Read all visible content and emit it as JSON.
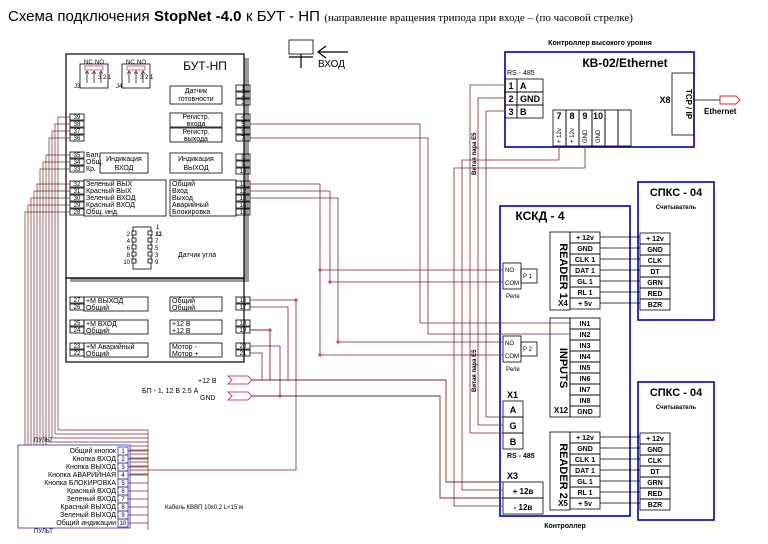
{
  "title": {
    "prefix": "Схема подключения",
    "model": "StopNet -4.0",
    "middle": "к БУТ - НП",
    "note": "(направление вращения трипода при входе –   (по часовой стрелке)"
  },
  "entry_label": "ВХОД",
  "but": {
    "title": "БУТ-НП",
    "j3": "J3",
    "j4": "J4",
    "nc": "NC",
    "no": "NO",
    "pins321": "3 2 1",
    "left_labels": {
      "bap": "Бап.",
      "obsch": "Общ.",
      "kr": "Кр.",
      "ind_vhod_1": "Индикация",
      "ind_vhod_2": "ВХОД"
    },
    "left_terminals": [
      "39",
      "38",
      "37",
      "36",
      "35",
      "34",
      "33",
      "32",
      "31",
      "30",
      "29",
      "28",
      "27",
      "26",
      "25",
      "24",
      "23",
      "22"
    ],
    "left_functions": [
      "Зеленый ВЫХ",
      "Красный ВЫХ",
      "Зеленый ВХОД",
      "Красный ВХОД",
      "Общ. инд.",
      "+М ВЫХОД",
      "Общий",
      "+М ВХОД",
      "Общий",
      "+М Аварийный",
      "Общий"
    ],
    "right_terminals": [
      "1",
      "2",
      "3",
      "4",
      "5",
      "6",
      "7",
      "8",
      "9",
      "10",
      "11",
      "12",
      "13",
      "14",
      "15",
      "16",
      "17",
      "18",
      "19",
      "20",
      "21"
    ],
    "right_labels": {
      "sensor_1": "Датчик",
      "sensor_2": "готовности",
      "reg_in_1": "Регистр.",
      "reg_in_2": "входа",
      "reg_out_1": "Регистр.",
      "reg_out_2": "выхода",
      "ind_vyh_1": "Индикация",
      "ind_vyh_2": "ВЫХОД",
      "f11": "Общий",
      "f12": "Вход",
      "f13": "Выход",
      "f14": "Аварийный",
      "f15": "Блокировка",
      "f16": "Общий",
      "f17": "Общий",
      "f18": "+12 В",
      "f19": "+12 В",
      "f20": "Мотор -",
      "f21": "Мотор +"
    },
    "angle_sensor": "Датчик угла",
    "angle_pins_left": [
      "2",
      "4",
      "6",
      "8",
      "10"
    ],
    "angle_pins_right": [
      "12",
      "7",
      "5",
      "3",
      "9"
    ],
    "angle_pins_extra": [
      "1",
      "11"
    ]
  },
  "psu": {
    "label": "БП - 1, 12 В 2.5 А",
    "plus": "+12 В",
    "gnd": "GND"
  },
  "kb": {
    "header": "Контроллер высокого уровня",
    "title": "КВ-02/Ethernet",
    "rs485": "RS - 485",
    "rows": [
      [
        "1",
        "A"
      ],
      [
        "2",
        "GND"
      ],
      [
        "3",
        "B"
      ]
    ],
    "terms": [
      "7",
      "8",
      "9",
      "10"
    ],
    "term_labels": [
      "+ 12v",
      "+ 12v",
      "GND",
      "GND"
    ],
    "x8": "X8",
    "tcpip": "TCP / IP",
    "ethernet": "Ethernet"
  },
  "twisted_pair": "Витая пара  Е5",
  "kskd": {
    "title": "КСКД - 4",
    "footer": "Контроллер",
    "p1": "P 1",
    "p2": "P 2",
    "no": "NO",
    "com": "COM",
    "relay": "Реле",
    "reader1": "READER 1",
    "reader2": "READER 2",
    "inputs_label": "INPUTS",
    "reader_pins": [
      "+ 12v",
      "GND",
      "CLK 1",
      "DAT 1",
      "GL 1",
      "RL 1",
      "+ 5v"
    ],
    "x4": "X4",
    "x5": "X5",
    "x12": "X12",
    "inputs": [
      "IN1",
      "IN2",
      "IN3",
      "IN4",
      "IN5",
      "IN6",
      "IN7",
      "IN8",
      "GND"
    ],
    "x1": "X1",
    "abg": [
      "A",
      "G",
      "B"
    ],
    "rs485": "RS - 485",
    "x3": "X3",
    "power": [
      "+ 12в",
      "- 12в"
    ]
  },
  "spks": {
    "title": "СПКС - 04",
    "subtitle": "Считыватель",
    "pins": [
      "+ 12v",
      "GND",
      "CLK",
      "DT",
      "GRN",
      "RED",
      "BZR"
    ]
  },
  "remote": {
    "label": "ПУЛЬТ",
    "items": [
      "Общий кнопок",
      "Кнопка ВХОД",
      "Кнопка ВЫХОД",
      "Кнопка АВАРИЙНАЯ",
      "Кнопка БЛОКИРОВКА",
      "Красный ВХОД",
      "Зеленый ВХОД",
      "Красный ВЫХОД",
      "Зеленый ВЫХОД",
      "Общий индикации"
    ],
    "cable": "Кабель КВВП 10х0,2  L<15 м"
  },
  "colors": {
    "box": "#000000",
    "wire_maroon": "#7a2a2a",
    "wire_pink": "#d0407a",
    "wire_blue": "#2a2ad0",
    "kb_border": "#0000aa",
    "shadow": "#9a9a9a",
    "eth_red": "#c03030"
  }
}
